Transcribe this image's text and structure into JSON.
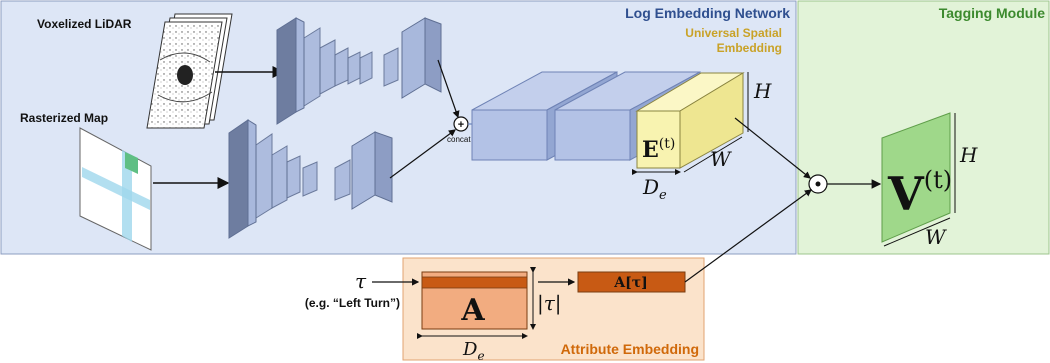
{
  "panels": {
    "log_embedding": {
      "title": "Log Embedding Network"
    },
    "tagging": {
      "title": "Tagging Module"
    },
    "attribute": {
      "title": "Attribute Embedding"
    }
  },
  "inputs": {
    "lidar_label": "Voxelized LiDAR",
    "map_label": "Rasterized Map"
  },
  "concat_label": "concat",
  "spatial_embedding": {
    "label_line1": "Universal Spatial",
    "label_line2": "Embedding",
    "symbol_main": "E",
    "symbol_sup": "(t)",
    "dim_h": "H",
    "dim_w": "W",
    "dim_d_main": "D",
    "dim_d_sub": "e"
  },
  "tagging": {
    "symbol_main": "V",
    "symbol_sup": "(t)",
    "dim_h": "H",
    "dim_w": "W"
  },
  "attribute": {
    "tau": "τ",
    "tau_example": "(e.g. “Left Turn”)",
    "matrix_symbol": "A",
    "dim_rows": "|τ|",
    "dim_d_main": "D",
    "dim_d_sub": "e",
    "lookup_label": "A[τ]"
  },
  "colors": {
    "log_panel_bg": "#dde6f6",
    "log_title": "#2f4f8f",
    "tagging_panel_bg": "#e2f3d8",
    "tagging_title": "#3c8a2e",
    "attribute_panel_bg": "#fbe3cb",
    "attribute_title": "#d0690a",
    "cnn_block": "#a8b8dc",
    "embedding_yellow": "#f8f3b0",
    "embedding_label": "#c9a227",
    "matrix_orange": "#f2ac80",
    "matrix_row": "#c85a14",
    "tagging_map": "#9fd88a"
  }
}
